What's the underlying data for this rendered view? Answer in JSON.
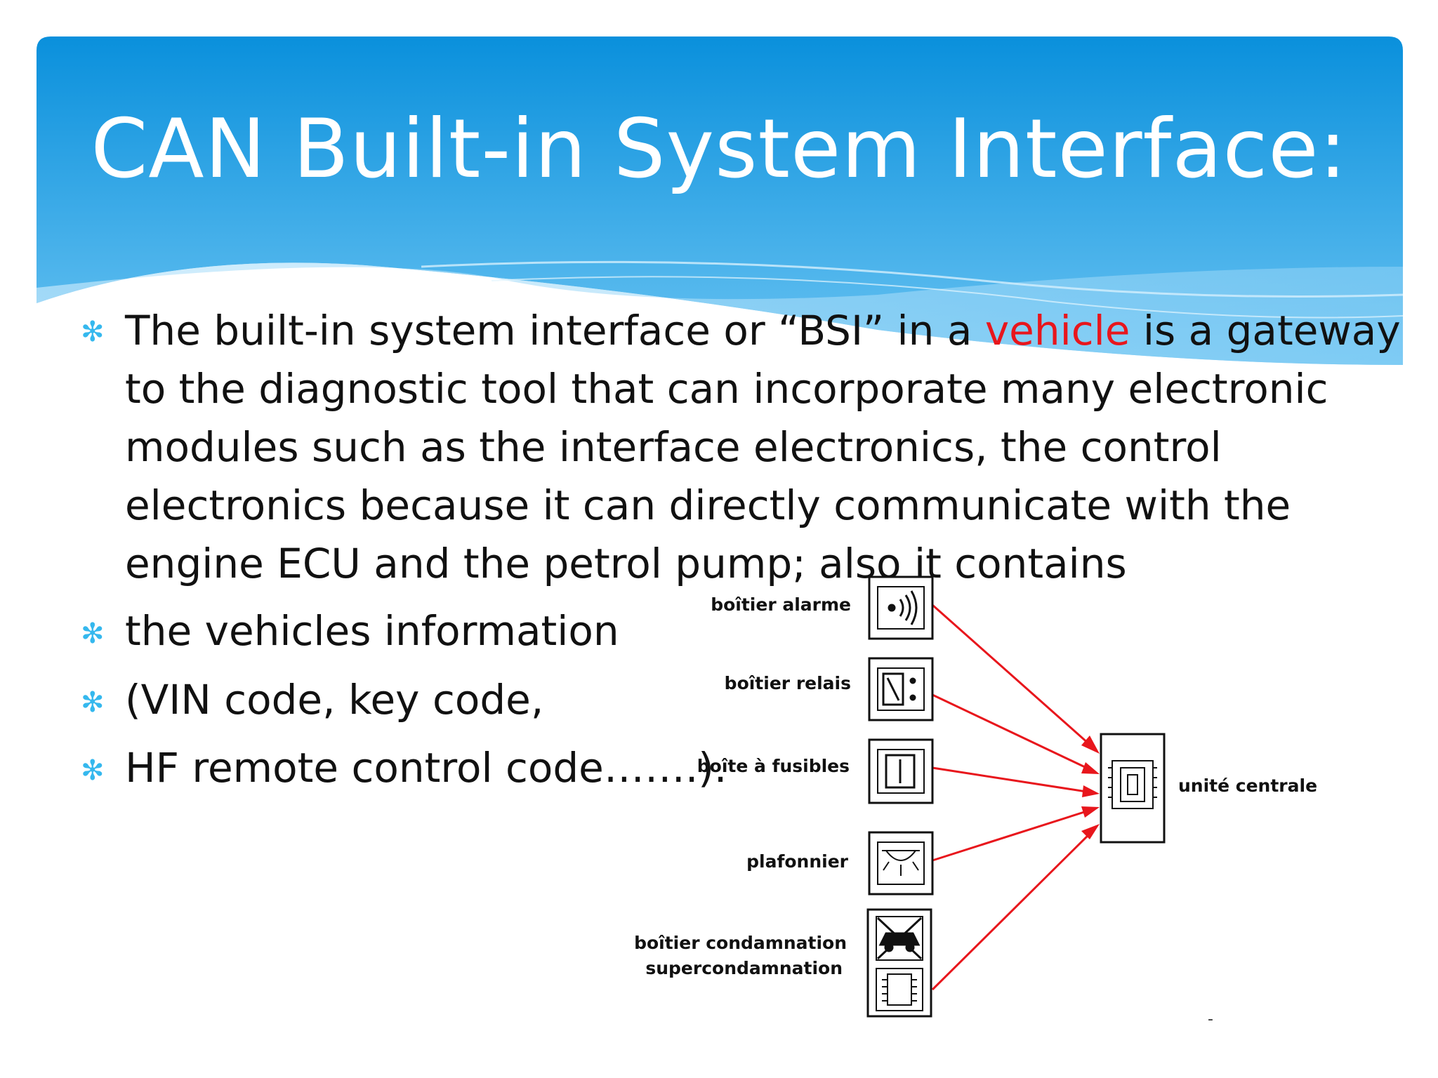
{
  "slide": {
    "title": "CAN Built-in System Interface:",
    "bullets": [
      {
        "lines": [
          {
            "before": " The built-in system interface or “BSI” in a ",
            "highlight": "vehicle",
            "after": " is a gateway"
          },
          {
            "text": "to the diagnostic tool that can incorporate many electronic"
          },
          {
            "text": "modules such as the interface electronics, the control"
          },
          {
            "text": "electronics because it can directly communicate with the"
          },
          {
            "text": "engine ECU and the petrol pump; also it contains"
          }
        ]
      },
      {
        "text": "the vehicles information"
      },
      {
        "text": " (VIN code, key code,"
      },
      {
        "text": "HF remote control code…….)."
      }
    ],
    "colors": {
      "accent": "#e8161c",
      "bullet": "#35b8ee",
      "banner_top": "#0a8fdc",
      "banner_bottom": "#6cc4f2"
    }
  },
  "diagram": {
    "modules": [
      {
        "label": "boîtier alarme",
        "icon": "speaker-icon"
      },
      {
        "label": "boîtier relais",
        "icon": "relay-icon"
      },
      {
        "label": "boîte à fusibles",
        "icon": "fuse-icon"
      },
      {
        "label": "plafonnier",
        "icon": "ceiling-light-icon"
      },
      {
        "label": "boîtier condamnation",
        "label2": "supercondamnation",
        "icon": "car-lock-icon"
      }
    ],
    "central_unit": {
      "label": "unité centrale",
      "icon": "chip-icon"
    },
    "link_color": "#e8161c",
    "footer_mark": "-"
  }
}
